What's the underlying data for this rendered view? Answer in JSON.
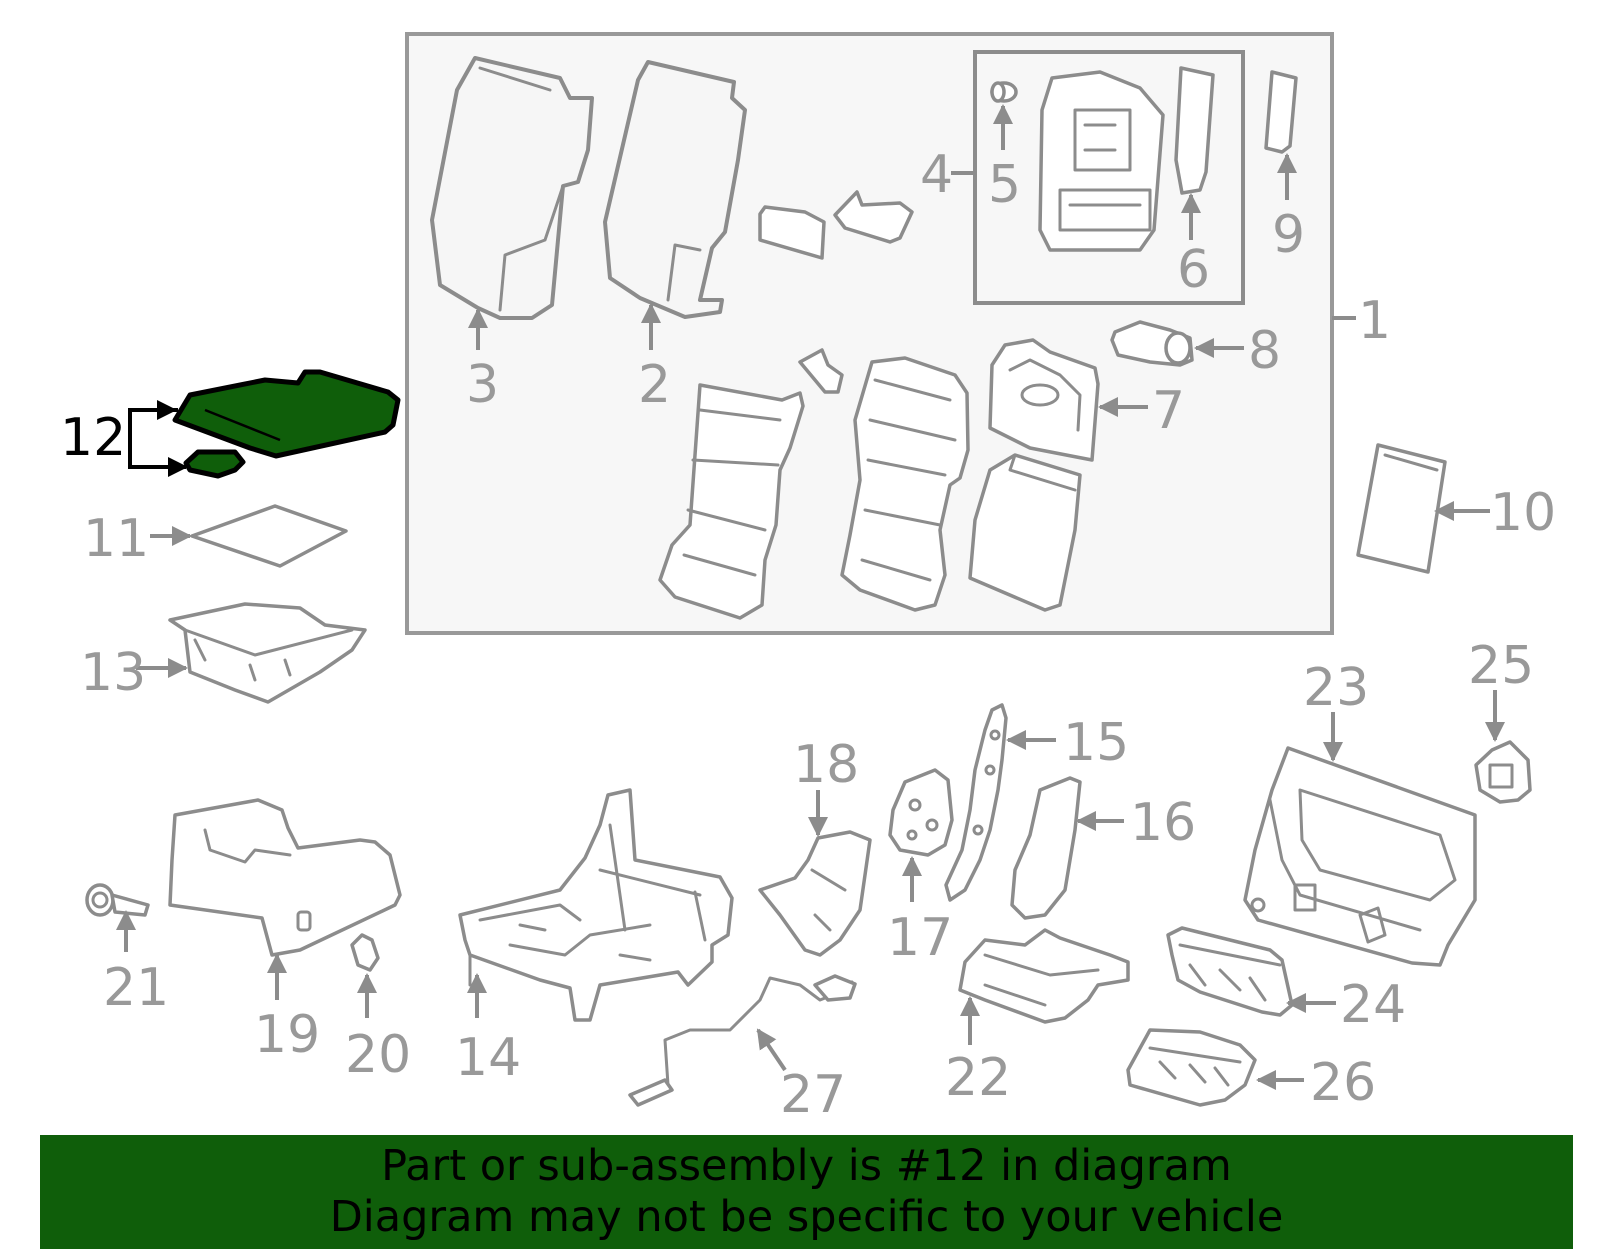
{
  "callouts": [
    "1",
    "2",
    "3",
    "4",
    "5",
    "6",
    "7",
    "8",
    "9",
    "10",
    "11",
    "12",
    "13",
    "14",
    "15",
    "16",
    "17",
    "18",
    "19",
    "20",
    "21",
    "22",
    "23",
    "24",
    "25",
    "26",
    "27"
  ],
  "highlighted_callout": "12",
  "colors": {
    "highlight": "#0f5e0a",
    "part_stroke": "#8c8c8c",
    "label": "#999999"
  },
  "banner": {
    "line1": "Part or sub-assembly is #12 in diagram",
    "line2": "Diagram may not be specific to your vehicle"
  }
}
